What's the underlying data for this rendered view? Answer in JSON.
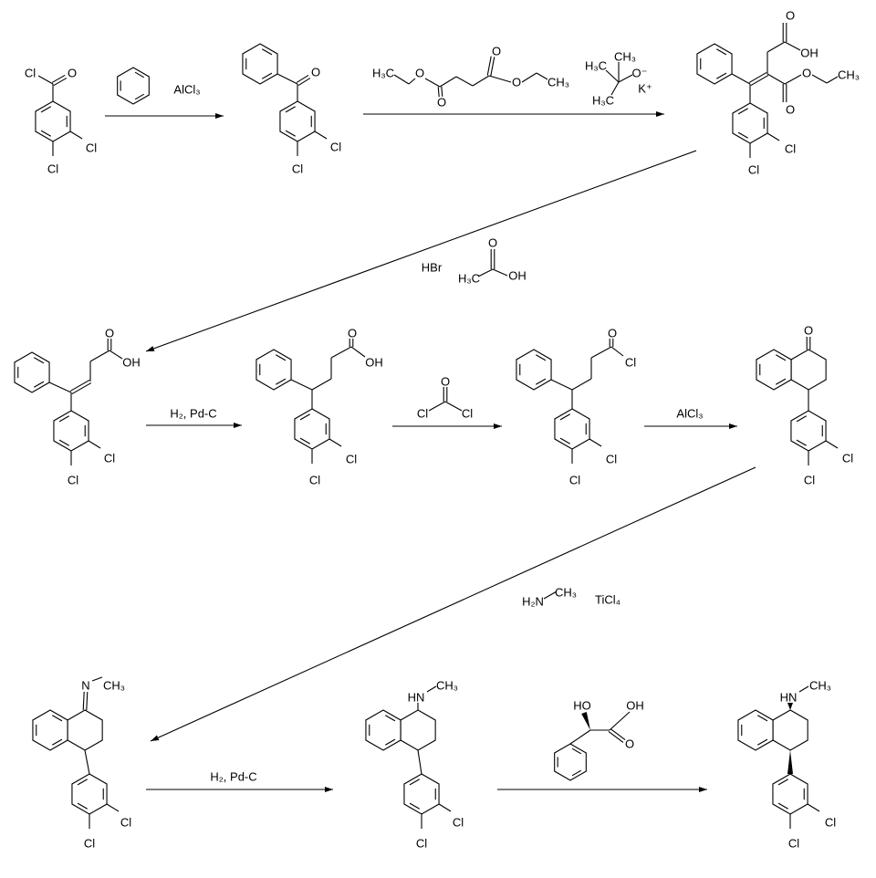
{
  "compound_1": {
    "cl_acyl": "Cl",
    "o": "O",
    "cl_3": "Cl",
    "cl_4": "Cl"
  },
  "compound_2": {
    "o": "O",
    "cl_3": "Cl",
    "cl_4": "Cl"
  },
  "compound_3": {
    "o_acid": "O",
    "oh": "OH",
    "o_ester_carbonyl": "O",
    "o_ester": "O",
    "ch3": "CH₃",
    "cl_3": "Cl",
    "cl_4": "Cl"
  },
  "compound_4": {
    "o": "O",
    "oh": "OH",
    "cl_3": "Cl",
    "cl_4": "Cl"
  },
  "compound_5": {
    "o": "O",
    "oh": "OH",
    "cl_3": "Cl",
    "cl_4": "Cl"
  },
  "compound_6": {
    "o": "O",
    "cl_acyl": "Cl",
    "cl_3": "Cl",
    "cl_4": "Cl"
  },
  "compound_7": {
    "o": "O",
    "cl_3": "Cl",
    "cl_4": "Cl"
  },
  "compound_8": {
    "n": "N",
    "ch3": "CH₃",
    "cl_3": "Cl",
    "cl_4": "Cl"
  },
  "compound_9": {
    "nh": "HN",
    "ch3": "CH₃",
    "cl_3": "Cl",
    "cl_4": "Cl"
  },
  "compound_10": {
    "nh": "HN",
    "ch3": "CH₃",
    "cl_3": "Cl",
    "cl_4": "Cl"
  },
  "step_1": {
    "catalyst": "AlCl₃"
  },
  "step_2": {
    "succinate": {
      "h3c": "H₃C",
      "o_ester_1": "O",
      "o_carbonyl_1": "O",
      "o_carbonyl_2": "O",
      "o_ester_2": "O",
      "ch3": "CH₃"
    },
    "base": {
      "h3c_top": "H₃C",
      "ch3": "CH₃",
      "o_minus": "O⁻",
      "k_plus": "K⁺",
      "h3c_bottom": "H₃C"
    }
  },
  "step_3": {
    "acid": "HBr",
    "acetic": {
      "o": "O",
      "oh": "OH",
      "h3c": "H₃C"
    }
  },
  "step_4": {
    "conditions": "H₂, Pd-C"
  },
  "step_5": {
    "phosgene": {
      "o": "O",
      "cl_left": "Cl",
      "cl_right": "Cl"
    }
  },
  "step_6": {
    "catalyst": "AlCl₃"
  },
  "step_7": {
    "amine_h2n": "H₂N",
    "amine_ch3": "CH₃",
    "catalyst": "TiCl₄"
  },
  "step_8": {
    "conditions": "H₂, Pd-C"
  },
  "step_9": {
    "mandelic": {
      "ho": "HO",
      "oh": "OH",
      "o": "O"
    }
  }
}
